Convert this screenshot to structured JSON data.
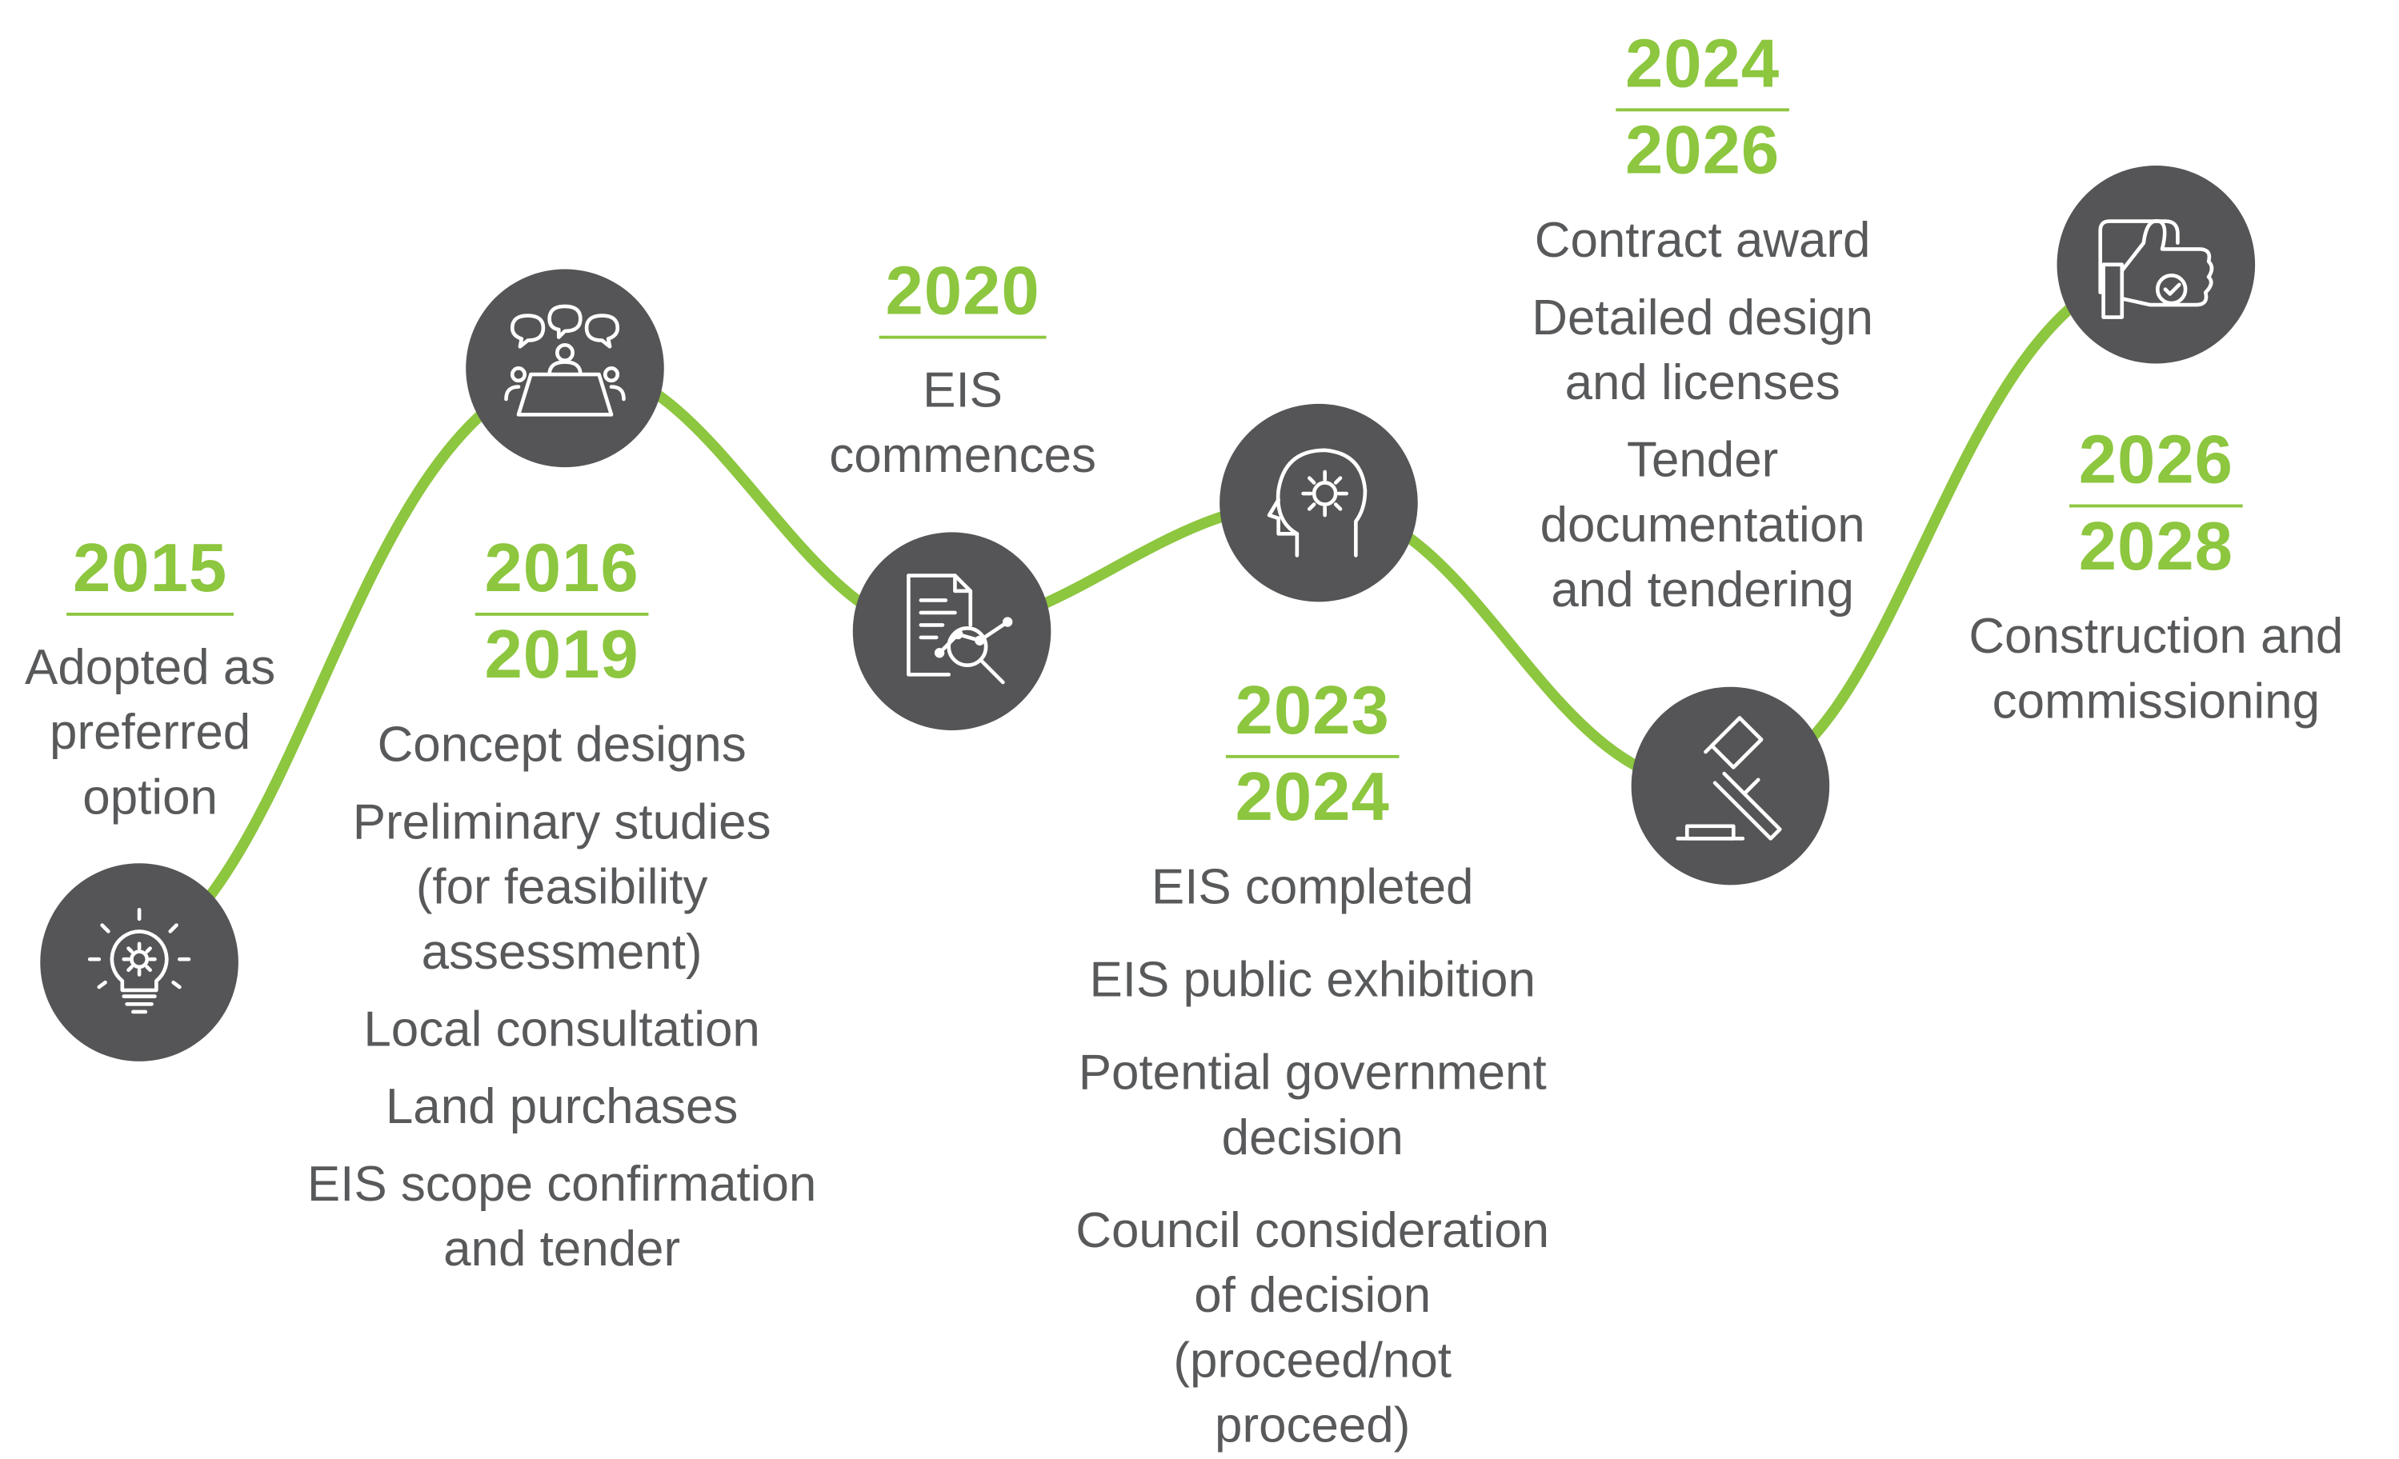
{
  "milestones": [
    {
      "years": [
        "2015"
      ],
      "items": [
        "Adopted as\npreferred\noption"
      ]
    },
    {
      "years": [
        "2016",
        "2019"
      ],
      "items": [
        "Concept designs",
        "Preliminary studies\n(for feasibility\nassessment)",
        "Local consultation",
        "Land purchases",
        "EIS scope confirmation\nand tender"
      ]
    },
    {
      "years": [
        "2020"
      ],
      "items": [
        "EIS\ncommences"
      ]
    },
    {
      "years": [
        "2023",
        "2024"
      ],
      "items": [
        "EIS completed",
        "EIS public exhibition",
        "Potential government\ndecision",
        "Council consideration\nof decision\n(proceed/not\nproceed)"
      ]
    },
    {
      "years": [
        "2024",
        "2026"
      ],
      "items": [
        "Contract award",
        "Detailed design\nand licenses",
        "Tender\ndocumentation\nand tendering"
      ]
    },
    {
      "years": [
        "2026",
        "2028"
      ],
      "items": [
        "Construction and\ncommissioning"
      ]
    }
  ],
  "icons": [
    "lightbulb-gear-icon",
    "meeting-table-icon",
    "document-search-icon",
    "head-gear-icon",
    "gavel-icon",
    "thumbs-up-check-icon"
  ],
  "colors": {
    "accent": "#8dc63f",
    "node": "#555557",
    "text": "#58595b"
  }
}
